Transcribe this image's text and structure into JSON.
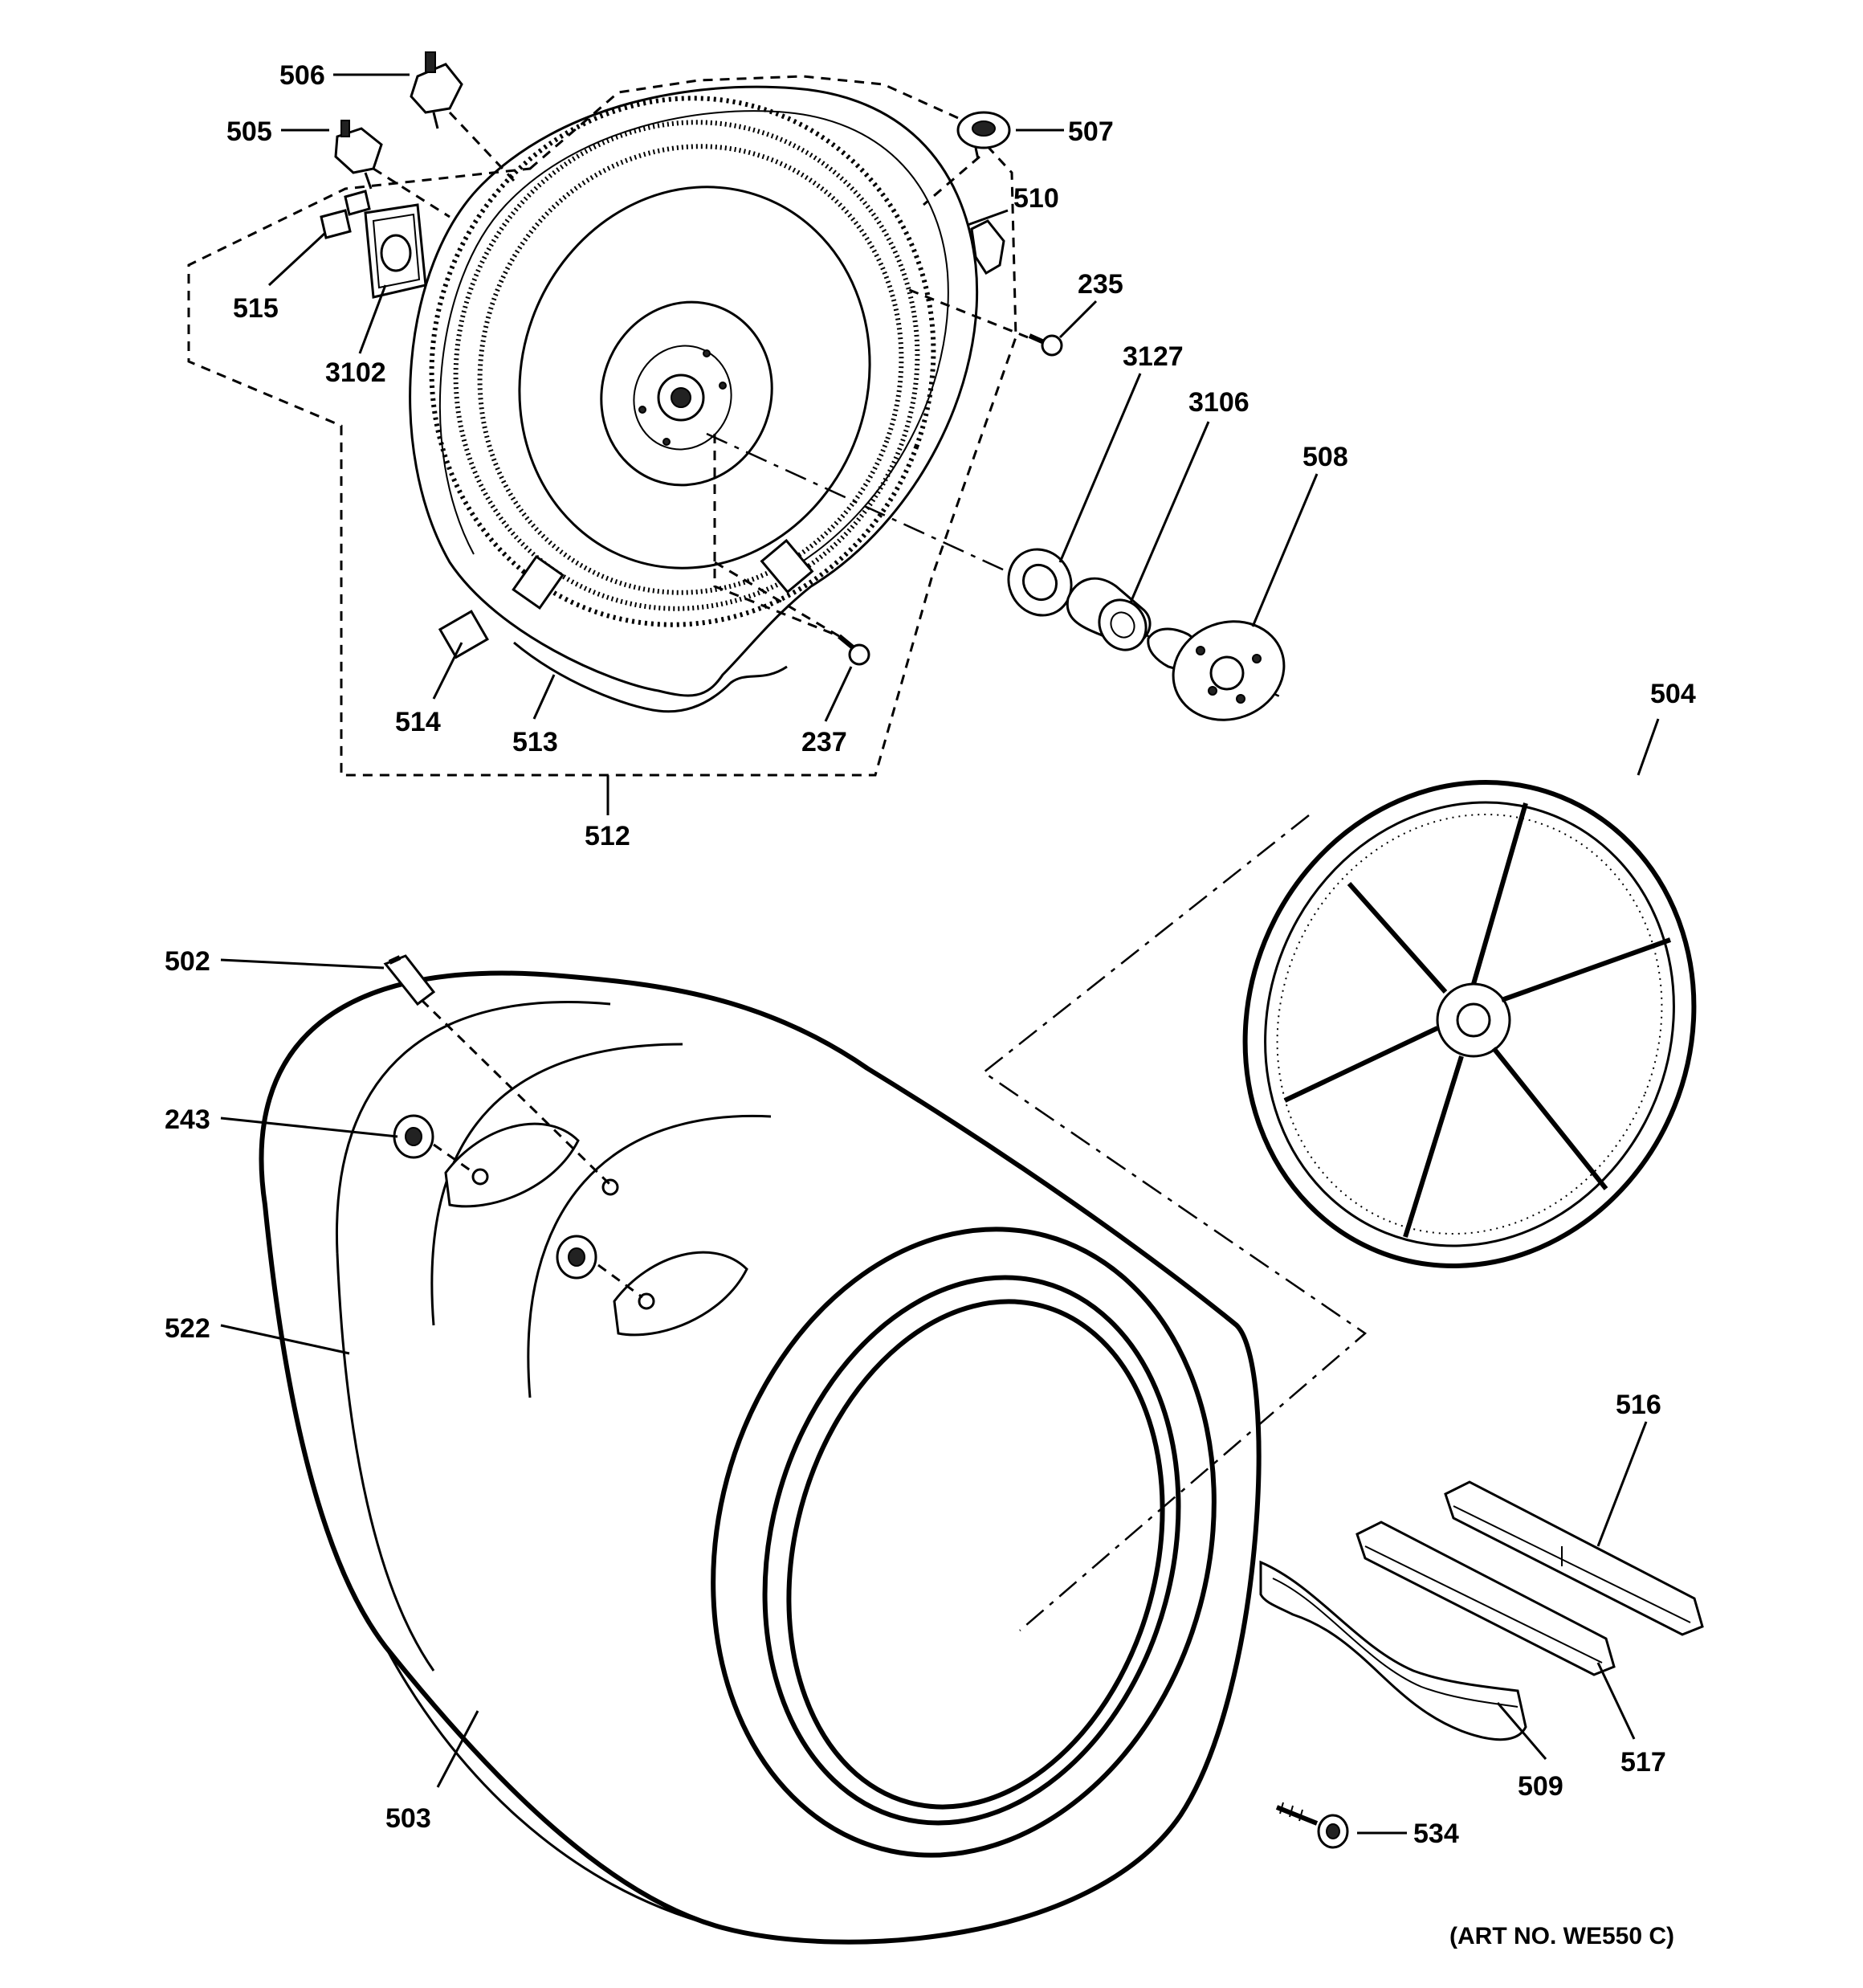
{
  "diagram": {
    "art_number": "(ART NO. WE550 C)",
    "callouts": {
      "p506": "506",
      "p505": "505",
      "p507": "507",
      "p510": "510",
      "p515": "515",
      "p3102": "3102",
      "p235": "235",
      "p3127": "3127",
      "p3106": "3106",
      "p508": "508",
      "p514": "514",
      "p513": "513",
      "p237": "237",
      "p512": "512",
      "p504": "504",
      "p502": "502",
      "p243": "243",
      "p522": "522",
      "p516": "516",
      "p503": "503",
      "p509": "509",
      "p517": "517",
      "p534": "534"
    }
  }
}
